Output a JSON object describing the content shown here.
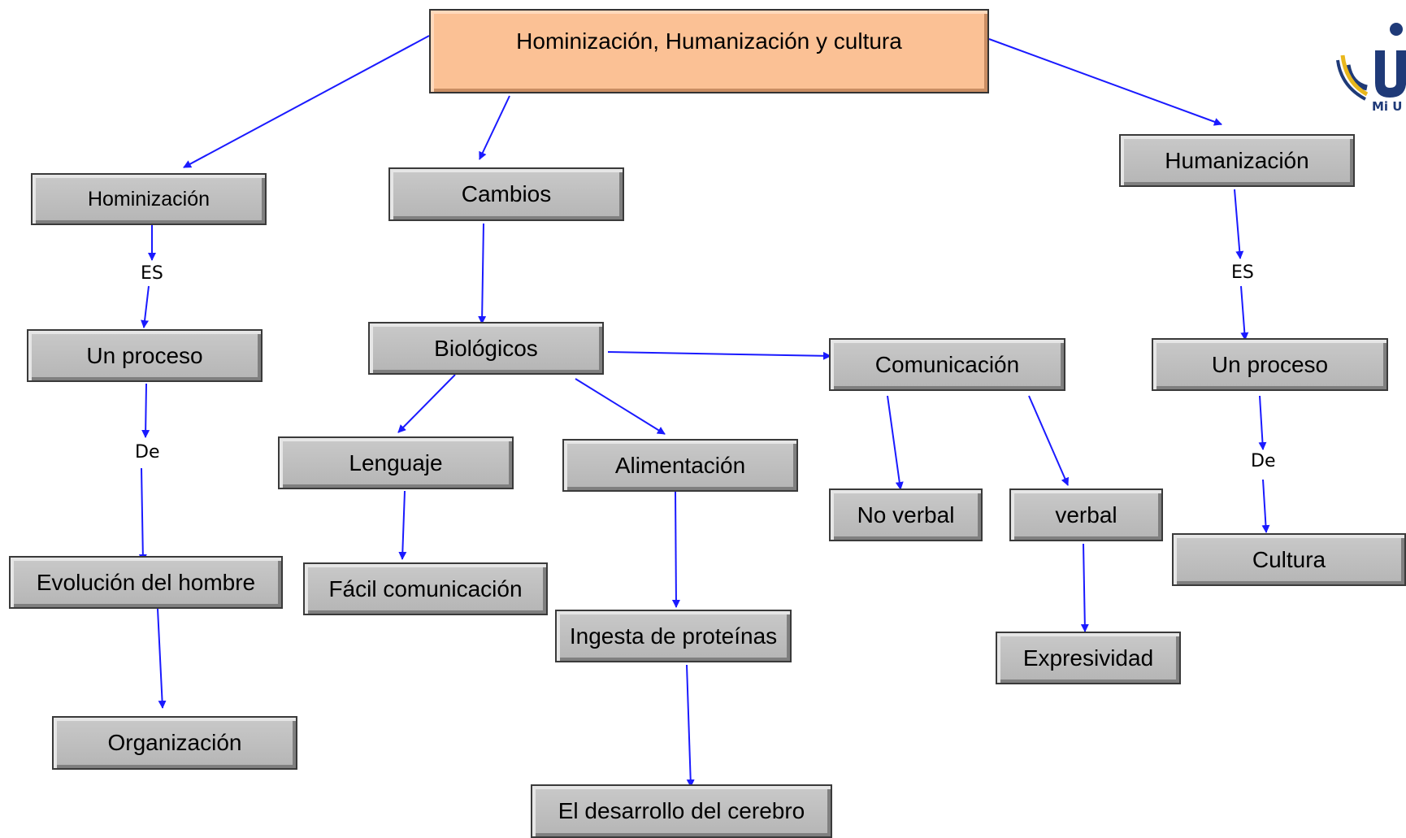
{
  "title": "Hominización, Humanización y cultura",
  "nodes": {
    "hominizacion": "Hominización",
    "cambios": "Cambios",
    "humanizacion": "Humanización",
    "un_proceso_left": "Un proceso",
    "biologicos": "Biológicos",
    "comunicacion": "Comunicación",
    "un_proceso_right": "Un proceso",
    "lenguaje": "Lenguaje",
    "alimentacion": "Alimentación",
    "evolucion": "Evolución del hombre",
    "facil": "Fácil comunicación",
    "no_verbal": "No verbal",
    "verbal": "verbal",
    "cultura": "Cultura",
    "ingesta": "Ingesta de proteínas",
    "expresividad": "Expresividad",
    "organizacion": "Organización",
    "cerebro": "El desarrollo del cerebro"
  },
  "connectors": {
    "es_left": "ES",
    "de_left": "De",
    "es_right": "ES",
    "de_right": "De"
  },
  "logo": {
    "text": "Mi U",
    "colors": {
      "primary": "#1f3a78",
      "accent": "#e9b71c"
    }
  },
  "colors": {
    "arrow": "#1a1aff",
    "node_fill": "#bdbdbd",
    "title_fill": "#fbc195"
  }
}
